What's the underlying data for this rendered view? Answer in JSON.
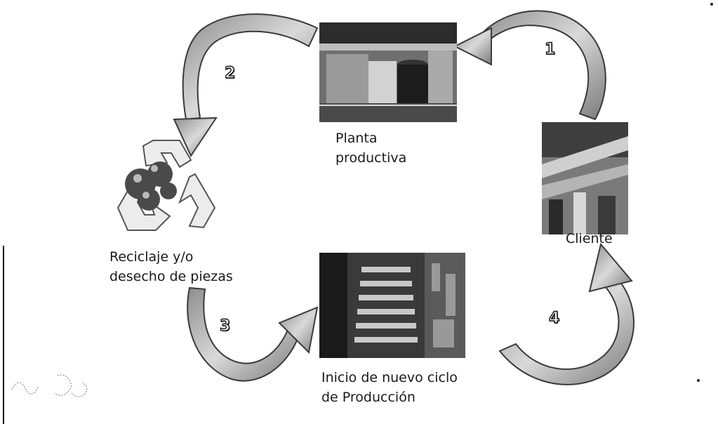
{
  "nodes": {
    "plant": {
      "line1": "Planta",
      "line2": "productiva",
      "icon": "factory-photo"
    },
    "client": {
      "label": "Cliente",
      "icon": "client-photo"
    },
    "recycle": {
      "line1": "Reciclaje y/o",
      "line2": "desecho de piezas",
      "icon": "recycle-icon"
    },
    "new_cycle": {
      "line1": "Inicio de nuevo ciclo",
      "line2": "de Producción",
      "icon": "production-line-photo"
    }
  },
  "steps": [
    "1",
    "2",
    "3",
    "4"
  ],
  "colors": {
    "arrow_fill": "#bdbdbd",
    "arrow_edge": "#3a3a3a",
    "text": "#1a1a1a"
  }
}
